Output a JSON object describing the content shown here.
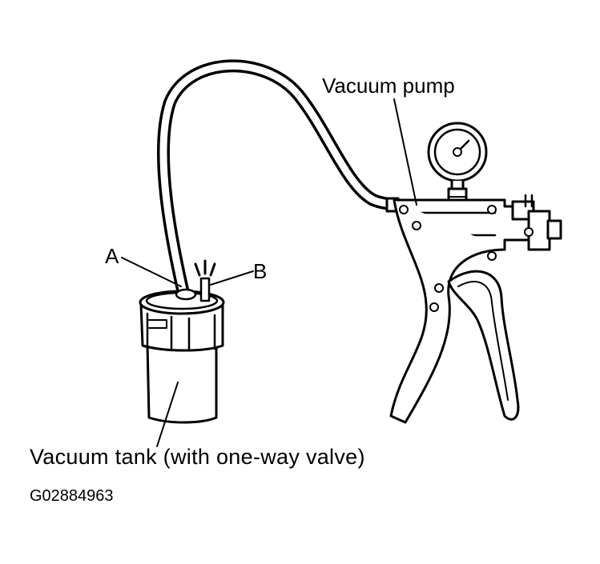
{
  "labels": {
    "vacuum_pump": "Vacuum pump",
    "part_a": "A",
    "part_b": "B",
    "vacuum_tank": "Vacuum tank (with one-way valve)",
    "figure_code": "G02884963"
  },
  "icons": [
    "vacuum-pump-icon",
    "vacuum-gauge-icon",
    "vacuum-hose-icon",
    "vacuum-tank-icon"
  ],
  "colors": {
    "line": "#000000",
    "fill": "#ffffff"
  }
}
